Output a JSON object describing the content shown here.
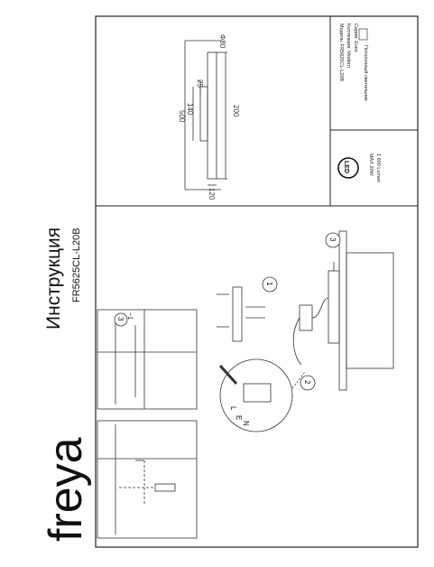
{
  "brand": {
    "logo_text": "freya"
  },
  "header": {
    "title": "Инструкция",
    "model_code": "FR5625CL-L20B"
  },
  "steps": {
    "step1": "1",
    "step2": "2",
    "step3": "3",
    "step3_panel": "3"
  },
  "panel_labels": {
    "gap": "~1"
  },
  "wiring": {
    "label_l": "L",
    "label_e": "E",
    "label_n": "N"
  },
  "dimensions": {
    "d_top": "Φ80",
    "d_500": "500",
    "d_140": "140",
    "d_25": "25",
    "d_200": "200",
    "d_120": "120"
  },
  "spec": {
    "model": "Модель: FR5625CL-L20B",
    "collection": "Коллекция: Modern",
    "series": "Серия: Even",
    "type": "Потолочный светильник",
    "power": "MAX 20W",
    "lumen": "1 600 Lumen",
    "led": "LED"
  }
}
